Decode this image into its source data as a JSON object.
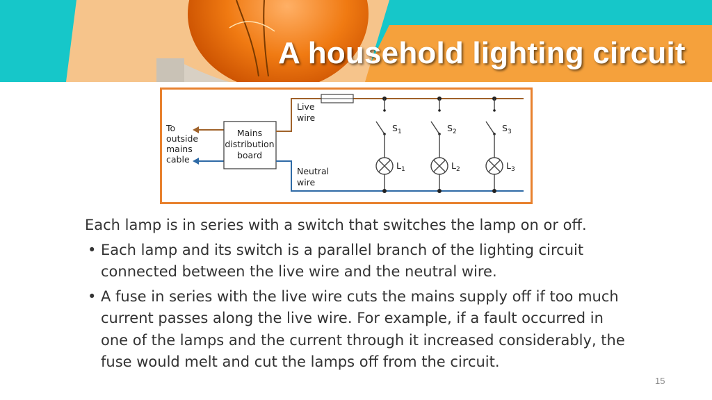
{
  "slide": {
    "title": "A household lighting circuit",
    "number": "15"
  },
  "diagram": {
    "outside_label": [
      "To",
      "outside",
      "mains",
      "cable"
    ],
    "board_label": [
      "Mains",
      "distribution",
      "board"
    ],
    "live_label": [
      "Live",
      "wire"
    ],
    "neutral_label": [
      "Neutral",
      "wire"
    ],
    "switches": [
      {
        "name": "S",
        "sub": "1"
      },
      {
        "name": "S",
        "sub": "2"
      },
      {
        "name": "S",
        "sub": "3"
      }
    ],
    "lamps": [
      {
        "name": "L",
        "sub": "1"
      },
      {
        "name": "L",
        "sub": "2"
      },
      {
        "name": "L",
        "sub": "3"
      }
    ],
    "colors": {
      "live": "#a0622a",
      "neutral": "#2e6aa6",
      "frame": "#e8812e"
    }
  },
  "content": {
    "intro": "Each lamp is in series with a switch that switches the lamp on or off.",
    "bullet_char": "•",
    "bullets": [
      "Each lamp and its switch is a parallel branch of the lighting circuit connected between the live wire and the neutral wire.",
      "A fuse in series with the live wire cuts the mains supply off if too much current passes along the live wire. For example, if a fault occurred in one of the lamps and the current through it increased considerably, the fuse would melt and cut the lamps off from the circuit."
    ]
  }
}
